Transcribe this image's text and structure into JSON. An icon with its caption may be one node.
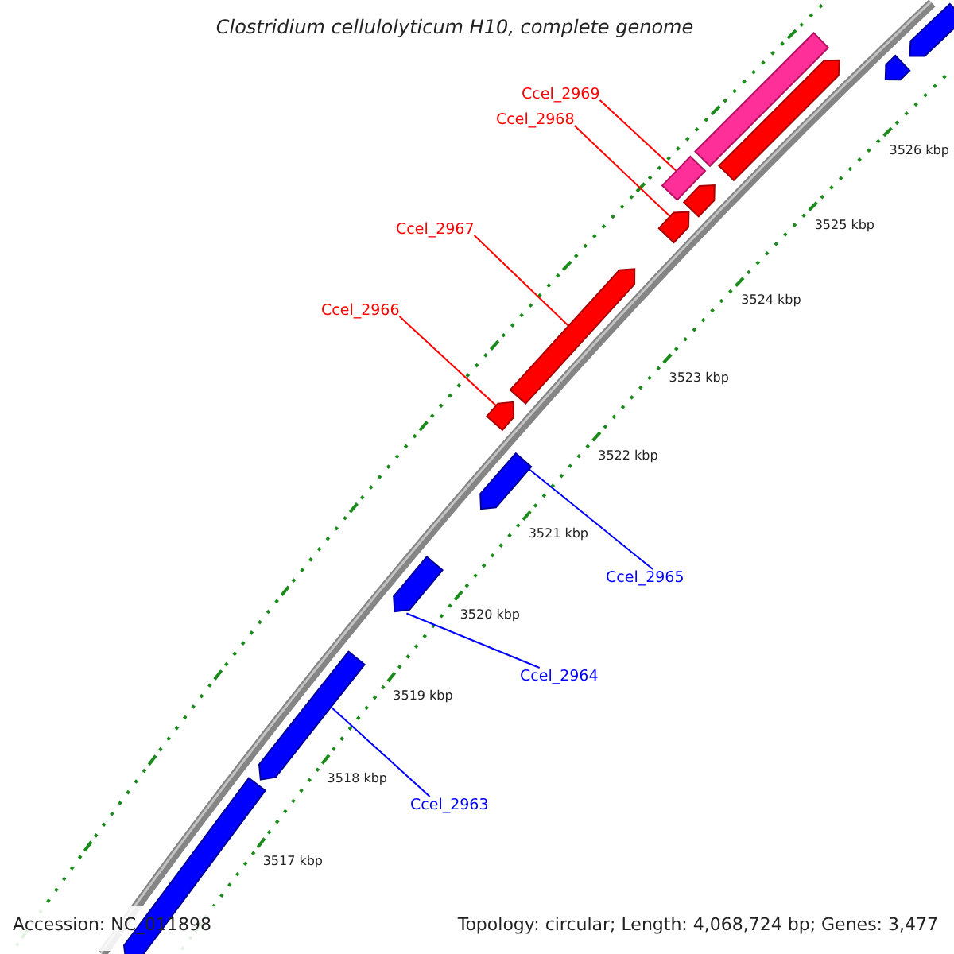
{
  "diagram": {
    "title": "Clostridium cellulolyticum H10, complete genome",
    "nodes": [
      {
        "text": [
          "Ccel_2969"
        ]
      },
      {
        "text": [
          "Ccel_2968"
        ]
      },
      {
        "text": [
          "Ccel_2967"
        ]
      },
      {
        "text": [
          "Ccel_2966"
        ]
      },
      {
        "text": [
          "Ccel_2965"
        ]
      },
      {
        "text": [
          "Ccel_2964"
        ]
      },
      {
        "text": [
          "Ccel_2963"
        ]
      },
      {
        "text": [],
        "shape": "pentagon"
      },
      {
        "text": [],
        "shape": "pentagon"
      },
      {
        "text": [],
        "shape": "pentagon"
      },
      {
        "text": [],
        "shape": "pentagon"
      },
      {
        "text": [],
        "shape": "pentagon"
      },
      {
        "text": [],
        "shape": "pentagon"
      },
      {
        "text": [],
        "shape": "pentagon"
      },
      {
        "text": [],
        "shape": "bar"
      },
      {
        "text": [],
        "shape": "pentagon"
      },
      {
        "text": [],
        "shape": "bar"
      },
      {
        "text": [],
        "shape": "pentagon"
      },
      {
        "text": [],
        "shape": "pentagon"
      },
      {
        "text": [],
        "shape": "pentagon"
      }
    ],
    "edges": [
      {
        "from": 0,
        "to": 14,
        "arrow": "none"
      },
      {
        "from": 1,
        "to": 13,
        "arrow": "none"
      },
      {
        "from": 2,
        "to": 12,
        "arrow": "none"
      },
      {
        "from": 3,
        "to": 11,
        "arrow": "none"
      },
      {
        "from": 4,
        "to": 10,
        "arrow": "none",
        "color": "#0000ff"
      },
      {
        "from": 5,
        "to": 9,
        "arrow": "none",
        "color": "#0000ff"
      },
      {
        "from": 6,
        "to": 8,
        "arrow": "none",
        "color": "#0000ff"
      }
    ],
    "labels": [
      "3526 kbp",
      "3525 kbp",
      "3524 kbp",
      "3523 kbp",
      "3522 kbp",
      "3521 kbp",
      "3520 kbp",
      "3519 kbp",
      "3518 kbp",
      "3517 kbp",
      "Accession: NC_011898",
      "Topology: circular; Length: 4,068,724 bp; Genes: 3,477"
    ]
  }
}
